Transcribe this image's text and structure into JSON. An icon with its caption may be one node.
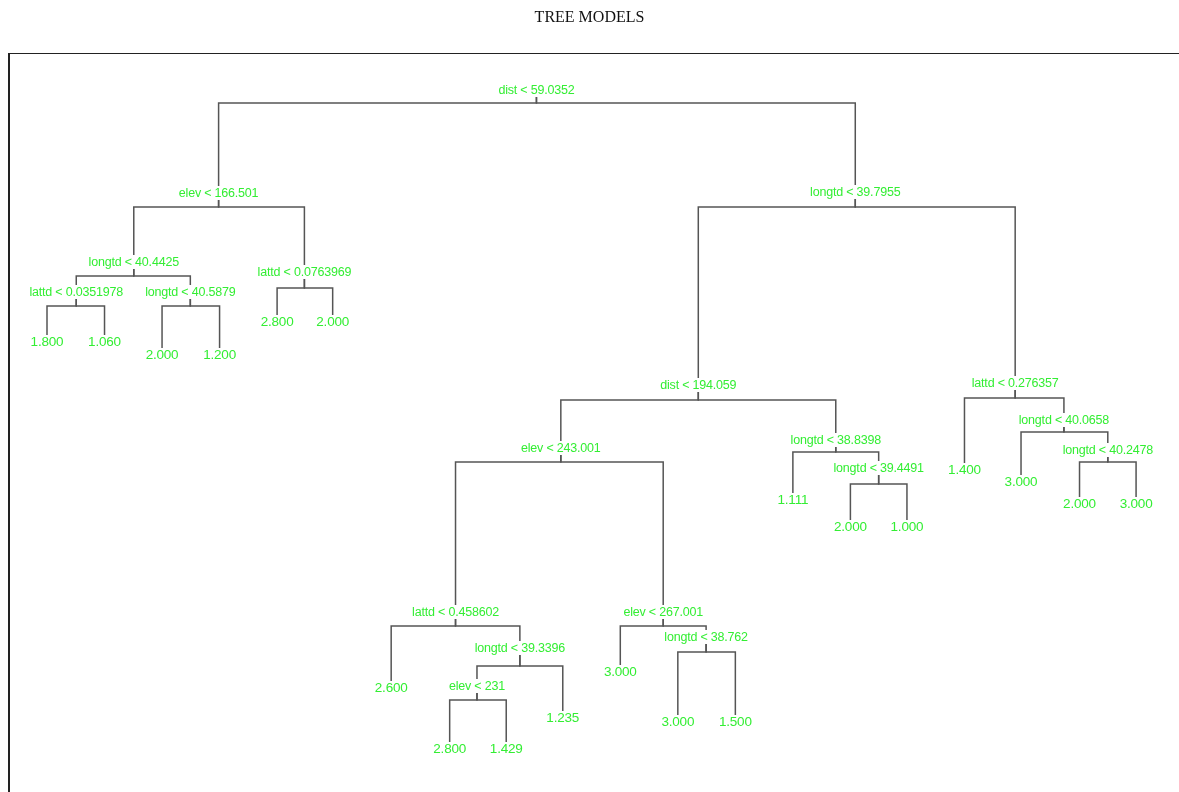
{
  "diagram": {
    "title": "TREE MODELS",
    "nodes": [
      {
        "text": [
          "dist < 59.0352"
        ]
      },
      {
        "text": [
          "elev < 166.501"
        ]
      },
      {
        "text": [
          "longtd < 40.4425"
        ]
      },
      {
        "text": [
          "lattd < 0.0351978"
        ]
      },
      {
        "text": [
          "1.800"
        ]
      },
      {
        "text": [
          "1.060"
        ]
      },
      {
        "text": [
          "longtd < 40.5879"
        ]
      },
      {
        "text": [
          "2.000"
        ]
      },
      {
        "text": [
          "1.200"
        ]
      },
      {
        "text": [
          "lattd < 0.0763969"
        ]
      },
      {
        "text": [
          "2.800"
        ]
      },
      {
        "text": [
          "2.000"
        ]
      },
      {
        "text": [
          "longtd < 39.7955"
        ]
      },
      {
        "text": [
          "dist < 194.059"
        ]
      },
      {
        "text": [
          "elev < 243.001"
        ]
      },
      {
        "text": [
          "lattd < 0.458602"
        ]
      },
      {
        "text": [
          "2.600"
        ]
      },
      {
        "text": [
          "longtd < 39.3396"
        ]
      },
      {
        "text": [
          "elev < 231"
        ]
      },
      {
        "text": [
          "2.800"
        ]
      },
      {
        "text": [
          "1.429"
        ]
      },
      {
        "text": [
          "1.235"
        ]
      },
      {
        "text": [
          "elev < 267.001"
        ]
      },
      {
        "text": [
          "3.000"
        ]
      },
      {
        "text": [
          "longtd < 38.762"
        ]
      },
      {
        "text": [
          "3.000"
        ]
      },
      {
        "text": [
          "1.500"
        ]
      },
      {
        "text": [
          "longtd < 38.8398"
        ]
      },
      {
        "text": [
          "1.111"
        ]
      },
      {
        "text": [
          "longtd < 39.4491"
        ]
      },
      {
        "text": [
          "2.000"
        ]
      },
      {
        "text": [
          "1.000"
        ]
      },
      {
        "text": [
          "lattd < 0.276357"
        ]
      },
      {
        "text": [
          "1.400"
        ]
      },
      {
        "text": [
          "longtd < 40.0658"
        ]
      },
      {
        "text": [
          "3.000"
        ]
      },
      {
        "text": [
          "longtd < 40.2478"
        ]
      },
      {
        "text": [
          "2.000"
        ]
      },
      {
        "text": [
          "3.000"
        ]
      }
    ],
    "edges": [
      {
        "from": 0,
        "to": 1,
        "arrow": "none"
      },
      {
        "from": 0,
        "to": 12,
        "arrow": "none"
      },
      {
        "from": 1,
        "to": 2,
        "arrow": "none"
      },
      {
        "from": 1,
        "to": 9,
        "arrow": "none"
      },
      {
        "from": 2,
        "to": 3,
        "arrow": "none"
      },
      {
        "from": 2,
        "to": 6,
        "arrow": "none"
      },
      {
        "from": 3,
        "to": 4,
        "arrow": "none"
      },
      {
        "from": 3,
        "to": 5,
        "arrow": "none"
      },
      {
        "from": 6,
        "to": 7,
        "arrow": "none"
      },
      {
        "from": 6,
        "to": 8,
        "arrow": "none"
      },
      {
        "from": 9,
        "to": 10,
        "arrow": "none"
      },
      {
        "from": 9,
        "to": 11,
        "arrow": "none"
      },
      {
        "from": 12,
        "to": 13,
        "arrow": "none"
      },
      {
        "from": 12,
        "to": 32,
        "arrow": "none"
      },
      {
        "from": 13,
        "to": 14,
        "arrow": "none"
      },
      {
        "from": 13,
        "to": 27,
        "arrow": "none"
      },
      {
        "from": 14,
        "to": 15,
        "arrow": "none"
      },
      {
        "from": 14,
        "to": 22,
        "arrow": "none"
      },
      {
        "from": 15,
        "to": 16,
        "arrow": "none"
      },
      {
        "from": 15,
        "to": 17,
        "arrow": "none"
      },
      {
        "from": 17,
        "to": 18,
        "arrow": "none"
      },
      {
        "from": 17,
        "to": 21,
        "arrow": "none"
      },
      {
        "from": 18,
        "to": 19,
        "arrow": "none"
      },
      {
        "from": 18,
        "to": 20,
        "arrow": "none"
      },
      {
        "from": 22,
        "to": 23,
        "arrow": "none"
      },
      {
        "from": 22,
        "to": 24,
        "arrow": "none"
      },
      {
        "from": 24,
        "to": 25,
        "arrow": "none"
      },
      {
        "from": 24,
        "to": 26,
        "arrow": "none"
      },
      {
        "from": 27,
        "to": 28,
        "arrow": "none"
      },
      {
        "from": 27,
        "to": 29,
        "arrow": "none"
      },
      {
        "from": 29,
        "to": 30,
        "arrow": "none"
      },
      {
        "from": 29,
        "to": 31,
        "arrow": "none"
      },
      {
        "from": 32,
        "to": 33,
        "arrow": "none"
      },
      {
        "from": 32,
        "to": 34,
        "arrow": "none"
      },
      {
        "from": 34,
        "to": 35,
        "arrow": "none"
      },
      {
        "from": 34,
        "to": 36,
        "arrow": "none"
      },
      {
        "from": 36,
        "to": 37,
        "arrow": "none"
      },
      {
        "from": 36,
        "to": 38,
        "arrow": "none"
      }
    ]
  }
}
